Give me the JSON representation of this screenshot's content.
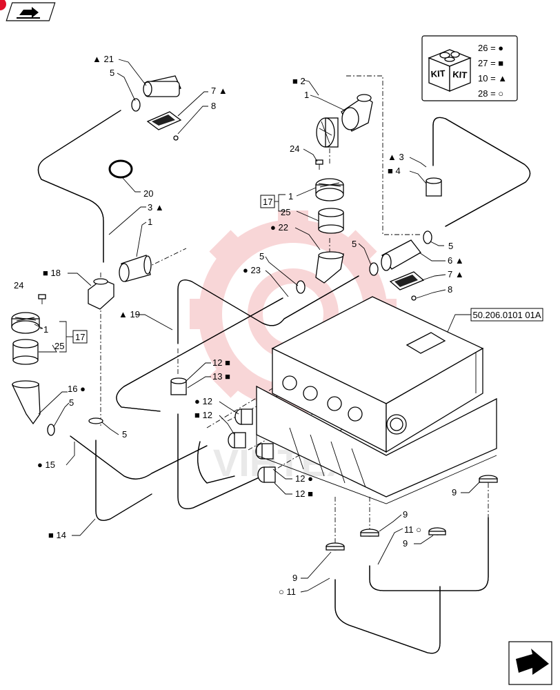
{
  "header": {
    "page_icon": "book-arrow-icon",
    "badge_color": "#e0102a"
  },
  "nav": {
    "next_icon": "next-page-arrow-icon"
  },
  "legend": {
    "kit_label": "KIT",
    "entries": [
      {
        "num": "26",
        "symbol": "●"
      },
      {
        "num": "27",
        "symbol": "■"
      },
      {
        "num": "10",
        "symbol": "▲"
      },
      {
        "num": "28",
        "symbol": "○"
      }
    ]
  },
  "reference": "50.206.0101 01A",
  "watermark": {
    "text": "VIHTEX",
    "color": "#f3b5b8"
  },
  "callouts": [
    {
      "id": "c21",
      "text": "▲ 21"
    },
    {
      "id": "c5a",
      "text": "5"
    },
    {
      "id": "c7a",
      "text": "7 ▲"
    },
    {
      "id": "c8a",
      "text": "8"
    },
    {
      "id": "c20",
      "text": "20"
    },
    {
      "id": "c3a",
      "text": "3 ▲"
    },
    {
      "id": "c1a",
      "text": "1"
    },
    {
      "id": "c18",
      "text": "■ 18"
    },
    {
      "id": "c24a",
      "text": "24"
    },
    {
      "id": "c1b",
      "text": "1"
    },
    {
      "id": "c25a",
      "text": "25"
    },
    {
      "id": "c17a",
      "text": "17"
    },
    {
      "id": "c16",
      "text": "16 ●"
    },
    {
      "id": "c5b",
      "text": "5"
    },
    {
      "id": "c5c",
      "text": "5"
    },
    {
      "id": "c15",
      "text": "● 15"
    },
    {
      "id": "c14",
      "text": "■ 14"
    },
    {
      "id": "c19",
      "text": "▲ 19"
    },
    {
      "id": "c2",
      "text": "■ 2"
    },
    {
      "id": "c1c",
      "text": "1"
    },
    {
      "id": "c24b",
      "text": "24"
    },
    {
      "id": "c17b",
      "text": "17"
    },
    {
      "id": "c1d",
      "text": "1"
    },
    {
      "id": "c25b",
      "text": "25"
    },
    {
      "id": "c22",
      "text": "● 22"
    },
    {
      "id": "c5d",
      "text": "5"
    },
    {
      "id": "c23",
      "text": "● 23"
    },
    {
      "id": "c5e",
      "text": "5"
    },
    {
      "id": "c5f",
      "text": "5"
    },
    {
      "id": "c3b",
      "text": "▲ 3"
    },
    {
      "id": "c4",
      "text": "■ 4"
    },
    {
      "id": "c6",
      "text": "6 ▲"
    },
    {
      "id": "c7b",
      "text": "7 ▲"
    },
    {
      "id": "c8b",
      "text": "8"
    },
    {
      "id": "c12a",
      "text": "12 ■"
    },
    {
      "id": "c13",
      "text": "13 ■"
    },
    {
      "id": "c12b",
      "text": "● 12"
    },
    {
      "id": "c12c",
      "text": "■ 12"
    },
    {
      "id": "c12d",
      "text": "12 ●"
    },
    {
      "id": "c12e",
      "text": "12 ■"
    },
    {
      "id": "c9a",
      "text": "9"
    },
    {
      "id": "c9b",
      "text": "9"
    },
    {
      "id": "c11a",
      "text": "11 ○"
    },
    {
      "id": "c9c",
      "text": "9"
    },
    {
      "id": "c9d",
      "text": "9"
    },
    {
      "id": "c11b",
      "text": "○ 11"
    }
  ]
}
